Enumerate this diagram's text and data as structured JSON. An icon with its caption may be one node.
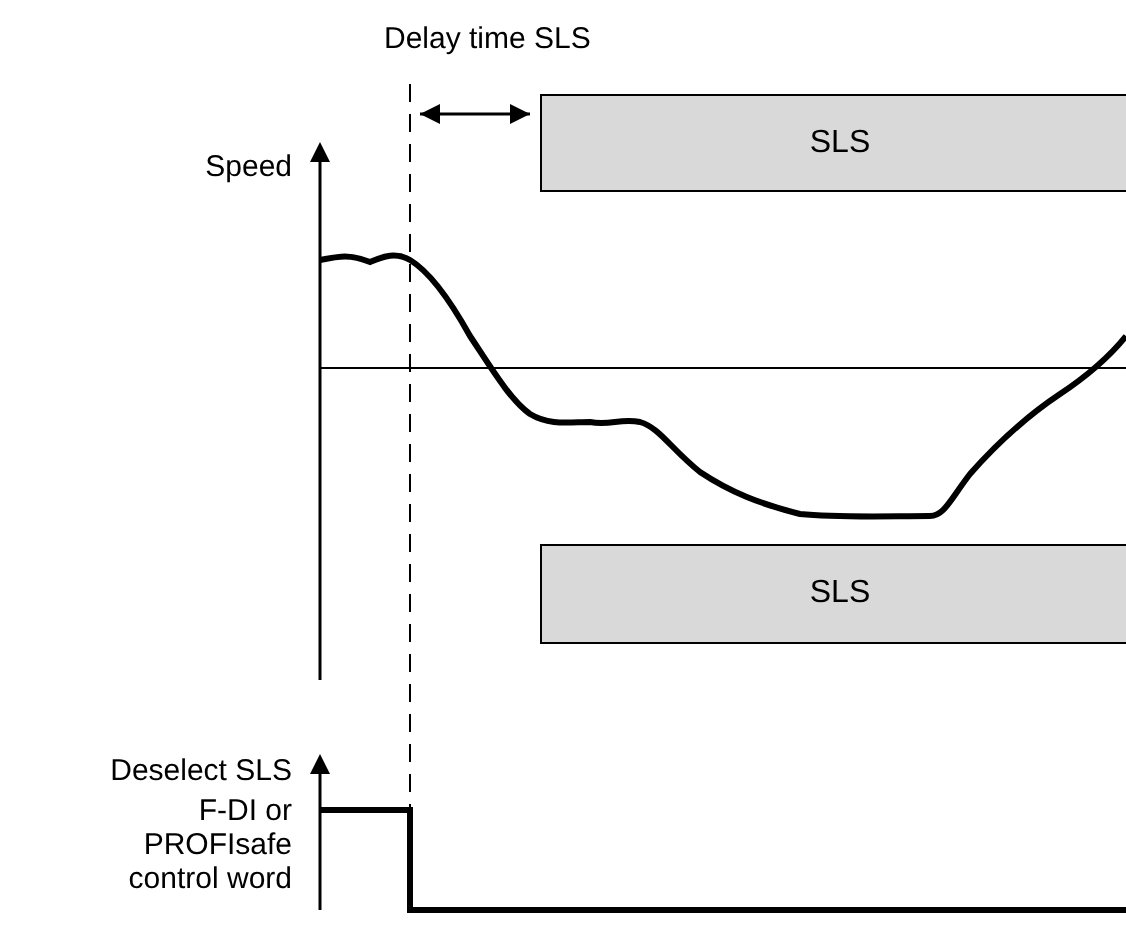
{
  "diagram": {
    "nodes": [
      {
        "text": [
          "SLS"
        ]
      },
      {
        "text": [
          "SLS"
        ]
      }
    ],
    "labels": [
      "Delay time SLS",
      "Speed",
      "Deselect SLS",
      "F-DI or PROFIsafe control word"
    ]
  }
}
